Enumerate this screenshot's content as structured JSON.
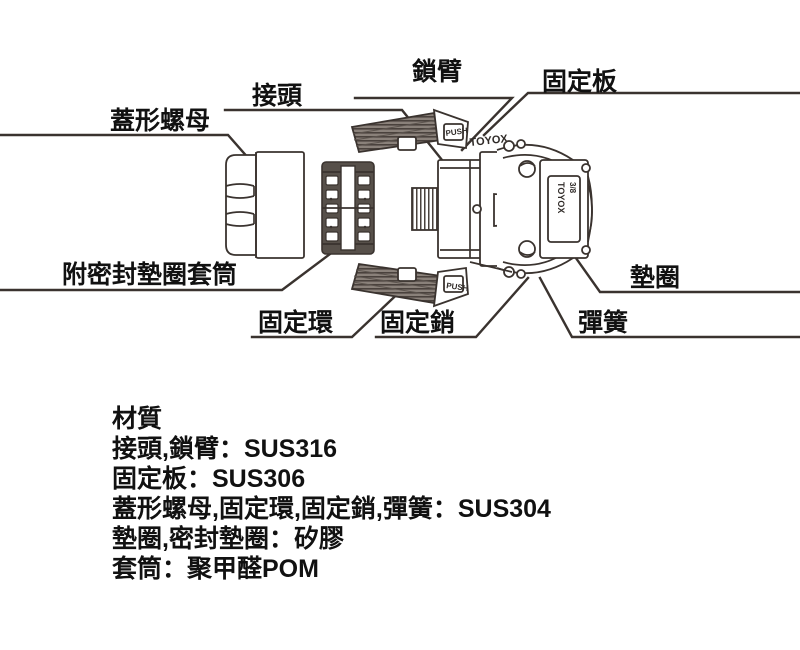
{
  "document": {
    "type": "technical-exploded-diagram",
    "brand_text": "TOYOX",
    "arm_text": "PUSH"
  },
  "colors": {
    "line": "#3a332f",
    "line_light": "#6b625c",
    "text": "#111111",
    "background": "#ffffff"
  },
  "callouts": [
    {
      "id": "cap-nut",
      "label": "蓋形螺母"
    },
    {
      "id": "joint",
      "label": "接頭"
    },
    {
      "id": "lock-arm",
      "label": "鎖臂"
    },
    {
      "id": "fixing-plate",
      "label": "固定板"
    },
    {
      "id": "sleeve-gasket",
      "label": "附密封墊圈套筒"
    },
    {
      "id": "retaining-ring",
      "label": "固定環"
    },
    {
      "id": "retaining-pin",
      "label": "固定銷"
    },
    {
      "id": "spring",
      "label": "彈簧"
    },
    {
      "id": "washer",
      "label": "墊圈"
    }
  ],
  "materials": {
    "heading": "材質",
    "lines": [
      "接頭,鎖臂：SUS316",
      "固定板：SUS306",
      "蓋形螺母,固定環,固定銷,彈簧：SUS304",
      "墊圈,密封墊圈：矽膠",
      "套筒：聚甲醛POM"
    ]
  }
}
